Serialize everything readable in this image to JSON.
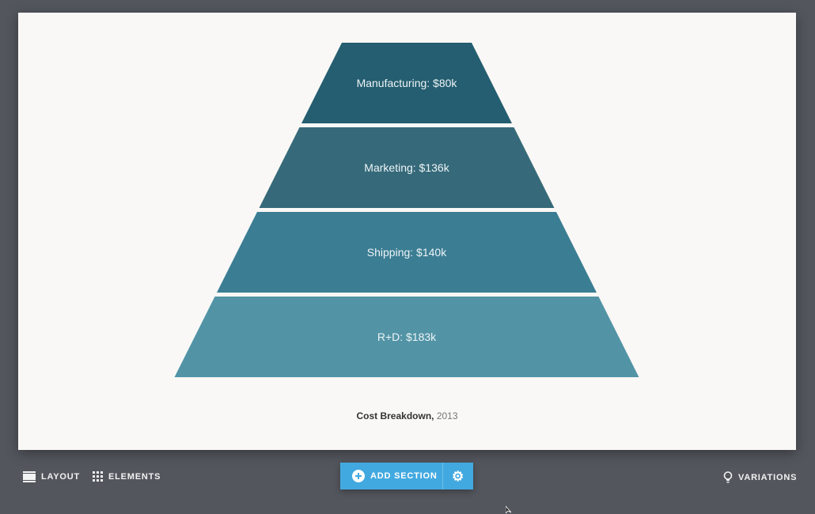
{
  "chart_data": {
    "type": "funnel",
    "categories": [
      "Manufacturing",
      "Marketing",
      "Shipping",
      "R+D"
    ],
    "values": [
      80,
      136,
      140,
      183
    ],
    "labels": [
      "Manufacturing: $80k",
      "Marketing: $136k",
      "Shipping: $140k",
      "R+D: $183k"
    ],
    "colors": [
      "#245e70",
      "#366a7a",
      "#3b7d93",
      "#5294a6"
    ],
    "title": "Cost Breakdown,",
    "subtitle": "2013"
  },
  "toolbar": {
    "layout": "LAYOUT",
    "elements": "ELEMENTS",
    "add_section": "ADD SECTION",
    "variations": "VARIATIONS"
  }
}
